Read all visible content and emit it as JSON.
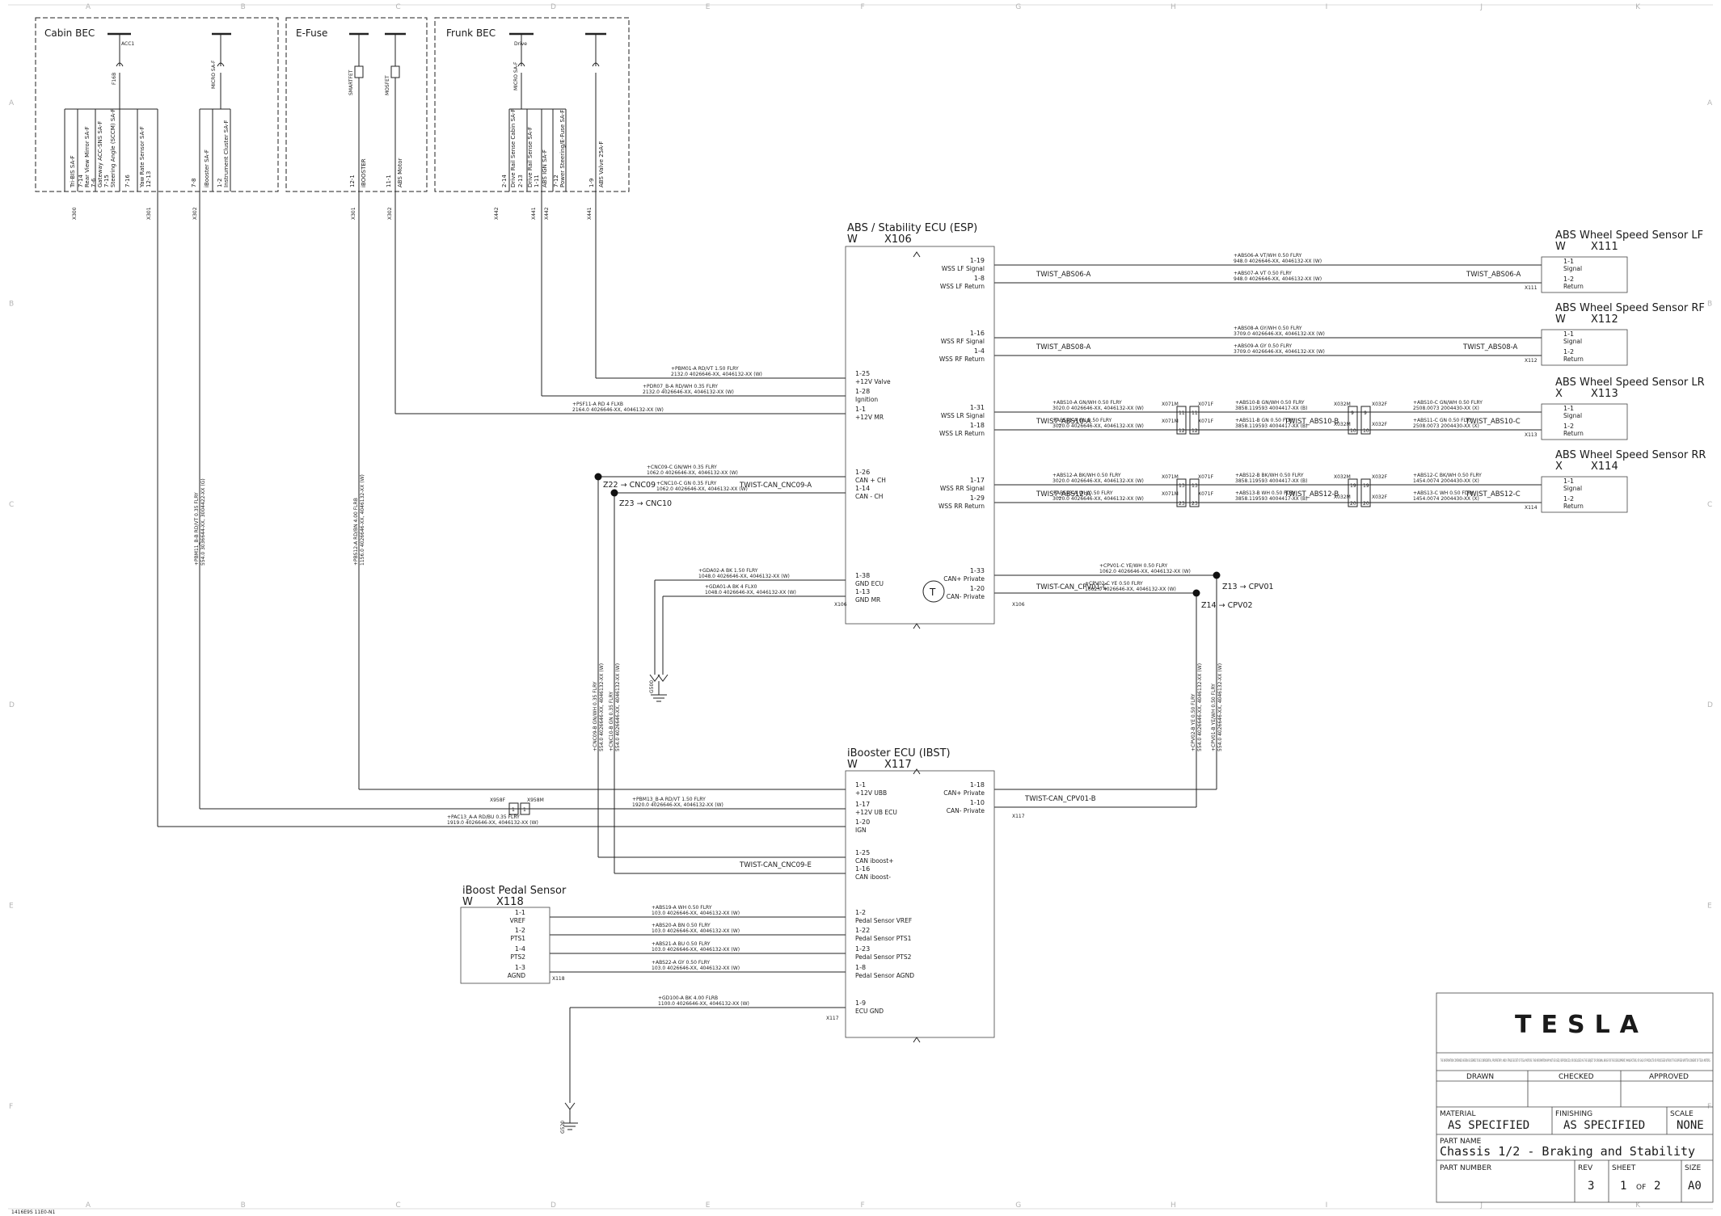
{
  "grid": {
    "columns": [
      "A",
      "B",
      "C",
      "D",
      "E",
      "F",
      "G",
      "H",
      "I",
      "J",
      "K"
    ],
    "rows": [
      "A",
      "B",
      "C",
      "D",
      "E",
      "F"
    ]
  },
  "sources": {
    "cabin_bec": {
      "title": "Cabin BEC",
      "fuse_small_1": "ACC1",
      "fuse_small_2": "F16B",
      "fuse_small_3": "MICRO SA-F",
      "circuits": [
        "Tri-BIS SA-F",
        "7-14",
        "Rear View Mirror SA-F",
        "7-6",
        "Gateway ACC-SNS SA-F",
        "7-15",
        "Steering Angle (SCCM) SA-F",
        "7-16",
        "Yaw Rate Sensor SA-F",
        "12-13",
        "7-8",
        "iBooster SA-F",
        "1-2",
        "Instrument Cluster SA-F"
      ],
      "connectors": [
        "X300",
        "X301",
        "X302"
      ]
    },
    "efuse": {
      "title": "E-Fuse",
      "fuse_small_1": "SMARTFET",
      "fuse_small_2": "MOSFET",
      "circuits": [
        "12-1",
        "iBOOSTER",
        "11-1",
        "ABS Motor"
      ],
      "connectors": [
        "X301",
        "X302"
      ]
    },
    "frunk_bec": {
      "title": "Frunk BEC",
      "fuse_small_1": "Drive",
      "fuse_small_2": "MICRO SA-F",
      "circuits": [
        "2-14",
        "Drive Rail Sense Cabin SA-F",
        "2-13",
        "Drive Rail Sense SA-F",
        "1-11",
        "ABS IGN SA-F",
        "7-12",
        "Power Steering/E-Fuse SA-F",
        "1-9",
        "ABS Valve 25A-F"
      ],
      "connectors": [
        "X442",
        "X441",
        "X442",
        "X441"
      ]
    }
  },
  "abs_ecu": {
    "title": "ABS / Stability ECU (ESP)",
    "w": "W",
    "code": "X106",
    "pins_left": [
      {
        "pin": "1-25",
        "label": "+12V Valve"
      },
      {
        "pin": "1-28",
        "label": "Ignition"
      },
      {
        "pin": "1-1",
        "label": "+12V MR"
      },
      {
        "pin": "1-26",
        "label": "CAN + CH"
      },
      {
        "pin": "1-14",
        "label": "CAN - CH"
      },
      {
        "pin": "1-38",
        "label": "GND ECU"
      },
      {
        "pin": "1-13",
        "label": "GND MR"
      }
    ],
    "pins_right": [
      {
        "pin": "1-19",
        "label": "WSS LF Signal"
      },
      {
        "pin": "1-8",
        "label": "WSS LF Return"
      },
      {
        "pin": "1-16",
        "label": "WSS RF Signal"
      },
      {
        "pin": "1-4",
        "label": "WSS RF Return"
      },
      {
        "pin": "1-31",
        "label": "WSS LR Signal"
      },
      {
        "pin": "1-18",
        "label": "WSS LR Return"
      },
      {
        "pin": "1-17",
        "label": "WSS RR Signal"
      },
      {
        "pin": "1-29",
        "label": "WSS RR Return"
      },
      {
        "pin": "1-33",
        "label": "CAN+ Private"
      },
      {
        "pin": "1-20",
        "label": "CAN- Private"
      }
    ],
    "terminator": "T",
    "conn_tags": [
      "X106",
      "X106"
    ]
  },
  "ibooster_ecu": {
    "title": "iBooster ECU (IBST)",
    "w": "W",
    "code": "X117",
    "pins_left": [
      {
        "pin": "1-1",
        "label": "+12V UBB"
      },
      {
        "pin": "1-17",
        "label": "+12V UB ECU"
      },
      {
        "pin": "1-20",
        "label": "IGN"
      },
      {
        "pin": "1-25",
        "label": "CAN iboost+"
      },
      {
        "pin": "1-16",
        "label": "CAN iboost-"
      },
      {
        "pin": "1-2",
        "label": "Pedal Sensor VREF"
      },
      {
        "pin": "1-22",
        "label": "Pedal Sensor PTS1"
      },
      {
        "pin": "1-23",
        "label": "Pedal Sensor PTS2"
      },
      {
        "pin": "1-8",
        "label": "Pedal Sensor AGND"
      },
      {
        "pin": "1-9",
        "label": "ECU GND"
      }
    ],
    "pins_right": [
      {
        "pin": "1-18",
        "label": "CAN+ Private"
      },
      {
        "pin": "1-10",
        "label": "CAN- Private"
      }
    ],
    "conn_tags": [
      "X117",
      "X117"
    ]
  },
  "pedal_sensor": {
    "title": "iBoost Pedal Sensor",
    "w": "W",
    "code": "X118",
    "pins": [
      {
        "pin": "1-1",
        "label": "VREF"
      },
      {
        "pin": "1-2",
        "label": "PTS1"
      },
      {
        "pin": "1-4",
        "label": "PTS2"
      },
      {
        "pin": "1-3",
        "label": "AGND"
      }
    ],
    "conn_tag": "X118"
  },
  "wheel_sensors": [
    {
      "title": "ABS Wheel Speed Sensor LF",
      "w": "W",
      "code": "X111",
      "pin1": "1-1",
      "label1": "Signal",
      "pin2": "1-2",
      "label2": "Return"
    },
    {
      "title": "ABS Wheel Speed Sensor RF",
      "w": "W",
      "code": "X112",
      "pin1": "1-1",
      "label1": "Signal",
      "pin2": "1-2",
      "label2": "Return"
    },
    {
      "title": "ABS Wheel Speed Sensor LR",
      "w": "X",
      "code": "X113",
      "pin1": "1-1",
      "label1": "Signal",
      "pin2": "1-2",
      "label2": "Return"
    },
    {
      "title": "ABS Wheel Speed Sensor RR",
      "w": "X",
      "code": "X114",
      "pin1": "1-1",
      "label1": "Signal",
      "pin2": "1-2",
      "label2": "Return"
    }
  ],
  "twists": {
    "abs06": "TWIST_ABS06-A",
    "abs08": "TWIST_ABS08-A",
    "abs10a": "TWIST_ABS10-A",
    "abs10b": "TWIST_ABS10-B",
    "abs10c": "TWIST_ABS10-C",
    "abs12a": "TWIST_ABS12-A",
    "abs12b": "TWIST_ABS12-B",
    "abs12c": "TWIST_ABS12-C",
    "cnc09a": "TWIST-CAN_CNC09-A",
    "cnc09e": "TWIST-CAN_CNC09-E",
    "cpv01c": "TWIST-CAN_CPV01-C",
    "cpv01b": "TWIST-CAN_CPV01-B"
  },
  "splices": {
    "z22": "Z22 → CNC09",
    "z23": "Z23 → CNC10",
    "z13": "Z13 → CPV01",
    "z14": "Z14 → CPV02"
  },
  "inline_connectors": {
    "x071m": "X071M",
    "x071f": "X071F",
    "x032m": "X032M",
    "x032f": "X032F",
    "x958f": "X958F",
    "x958m": "X958M",
    "p11": "11",
    "p12": "12",
    "p13": "13",
    "p23": "23",
    "p9": "9",
    "p10": "10",
    "p19": "19",
    "p20": "20",
    "p1": "1"
  },
  "grounds": {
    "g500": "G500",
    "g520": "G520"
  },
  "wires": {
    "abs06a": [
      "+ABS06-A   VT/WH   0.50   FLRY",
      "948.0   4026646-XX, 4046132-XX (W)"
    ],
    "abs07a": [
      "+ABS07-A   VT   0.50   FLRY",
      "948.0   4026646-XX, 4046132-XX (W)"
    ],
    "abs08a": [
      "+ABS08-A   GY/WH   0.50   FLRY",
      "3709.0   4026646-XX, 4046132-XX (W)"
    ],
    "abs09a": [
      "+ABS09-A   GY   0.50   FLRY",
      "3709.0   4026646-XX, 4046132-XX (W)"
    ],
    "abs10a": [
      "+ABS10-A   GN/WH   0.50   FLRY",
      "3020.0   4026646-XX, 4046132-XX (W)"
    ],
    "abs11a": [
      "+ABS11-A   GN   0.50   FLRY",
      "3020.0   4026646-XX, 4046132-XX (W)"
    ],
    "abs10b": [
      "+ABS10-B   GN/WH   0.50   FLRY",
      "3858.119593   4004417-XX (B)"
    ],
    "abs11b": [
      "+ABS11-B   GN   0.50   FLRY",
      "3858.119593   4004417-XX (B)"
    ],
    "abs10c": [
      "+ABS10-C   GN/WH   0.50   FLRY",
      "2508.0073   2004430-XX (X)"
    ],
    "abs11c": [
      "+ABS11-C   GN   0.50   FLRY",
      "2508.0073   2004430-XX (X)"
    ],
    "abs12a": [
      "+ABS12-A   BK/WH   0.50   FLRY",
      "3020.0   4026646-XX, 4046132-XX (W)"
    ],
    "abs13a": [
      "+ABS13-A   WH   0.50   FLRY",
      "3020.0   4026646-XX, 4046132-XX (W)"
    ],
    "abs12b": [
      "+ABS12-B   BK/WH   0.50   FLRY",
      "3858.119593   4004417-XX (B)"
    ],
    "abs13b": [
      "+ABS13-B   WH   0.50   FLRY",
      "3858.119593   4004417-XX (B)"
    ],
    "abs12c": [
      "+ABS12-C   BK/WH   0.50   FLRY",
      "1454.0074   2004430-XX (X)"
    ],
    "abs13c": [
      "+ABS13-C   WH   0.50   FLRY",
      "1454.0074   2004430-XX (X)"
    ],
    "pbm01a": [
      "+PBM01-A   RD/VT   1.50   FLRY",
      "2132.0   4026646-XX, 4046132-XX (W)"
    ],
    "pdr07b": [
      "+PDR07_B-A   RD/WH   0.35   FLRY",
      "2132.0   4026646-XX, 4046132-XX (W)"
    ],
    "psf11a": [
      "+PSF11-A   RD   4   FLXB",
      "2164.0   4026646-XX, 4046132-XX (W)"
    ],
    "cnc09c": [
      "+CNC09-C   GN/WH   0.35   FLRY",
      "1062.0   4026646-XX, 4046132-XX (W)"
    ],
    "cnc10c": [
      "+CNC10-C   GN   0.35   FLRY",
      "1062.0   4026646-XX, 4046132-XX (W)"
    ],
    "gda02a": [
      "+GDA02-A   BK   1.50   FLRY",
      "1048.0   4026646-XX, 4046132-XX (W)"
    ],
    "gda01a": [
      "+GDA01-A   BK   4   FLX0",
      "1048.0   4026646-XX, 4046132-XX (W)"
    ],
    "cpv01c": [
      "+CPV01-C   YE/WH   0.50   FLRY",
      "1062.0   4026646-XX, 4046132-XX (W)"
    ],
    "cpv02c": [
      "+CPV02-C   YE   0.50   FLRY",
      "1062.0   4026646-XX, 4046132-XX (W)"
    ],
    "pbm13ba": [
      "+PBM13_B-A   RD/VT   1.50   FLRY",
      "1920.0   4026646-XX, 4046132-XX (W)"
    ],
    "pac13aa": [
      "+PAC13_A-A   RD/BU   0.35   FLRY",
      "1919.0   4026646-XX, 4046132-XX (W)"
    ],
    "abs19a": [
      "+ABS19-A   WH   0.50   FLRY",
      "103.0   4026646-XX, 4046132-XX (W)"
    ],
    "abs20a": [
      "+ABS20-A   BN   0.50   FLRY",
      "103.0   4026646-XX, 4046132-XX (W)"
    ],
    "abs21a": [
      "+ABS21-A   BU   0.50   FLRY",
      "103.0   4026646-XX, 4046132-XX (W)"
    ],
    "abs22a": [
      "+ABS22-A   GY   0.50   FLRY",
      "103.0   4026646-XX, 4046132-XX (W)"
    ],
    "gd100a": [
      "+GD100-A   BK   4.00   FLRB",
      "1100.0   4026646-XX, 4046132-XX (W)"
    ],
    "v_pbm11": [
      "+PBM11_B-B   RD/VT   0.35   FLRY",
      "554.0   3036644-XX, 3004422-XX (G)"
    ],
    "v_pbs12": [
      "+PBS12-A   RD/BN   4.00   FLRB",
      "1156.0   4026646-XX, 4046132-XX (W)"
    ],
    "v_cnc09b": [
      "+CNC09-B   GN/WH   0.35   FLRY",
      "554.0   4026646-XX, 4046132-XX (W)"
    ],
    "v_cnc10b": [
      "+CNC10-B   GN   0.35   FLRY",
      "554.0   4026646-XX, 4046132-XX (W)"
    ],
    "v_cpv02b": [
      "+CPV02-B   YE   0.50   FLRY",
      "554.0   4026646-XX, 4046132-XX (W)"
    ],
    "v_cpv01b": [
      "+CPV01-B   YE/WH   0.50   FLRY",
      "554.0   4026646-XX, 4046132-XX (W)"
    ]
  },
  "title_block": {
    "logo": "TESLA",
    "legal": "THE INFORMATION CONTAINED HEREIN IS DEEMED TO BE CONFIDENTIAL, PROPRIETARY, AND A TRADE SECRET OF TESLA MOTORS. THIS INFORMATION MAY NOT BE USED, REPRODUCED, OR DISCLOSED AS THE SUBJECT OR ORIGINAL BASIS FOR THE DEVELOPMENT, MANUFACTURE, OR SALE OF PRODUCTS OR PROCESSES WITHOUT THE EXPRESS WRITTEN CONSENT OF TESLA MOTORS.",
    "drawn": "DRAWN",
    "checked": "CHECKED",
    "approved": "APPROVED",
    "material_label": "MATERIAL",
    "material_value": "AS SPECIFIED",
    "finishing_label": "FINISHING",
    "finishing_value": "AS SPECIFIED",
    "scale_label": "SCALE",
    "scale_value": "NONE",
    "part_name_label": "PART NAME",
    "part_name_value": "Chassis 1/2 - Braking and Stability",
    "part_number_label": "PART NUMBER",
    "rev_label": "REV",
    "rev_value": "3",
    "sheet_label": "SHEET",
    "sheet_num": "1",
    "sheet_of": "OF",
    "sheet_total": "2",
    "size_label": "SIZE",
    "size_value": "A0"
  },
  "footer_note": "1416E9S 11E0-N1"
}
